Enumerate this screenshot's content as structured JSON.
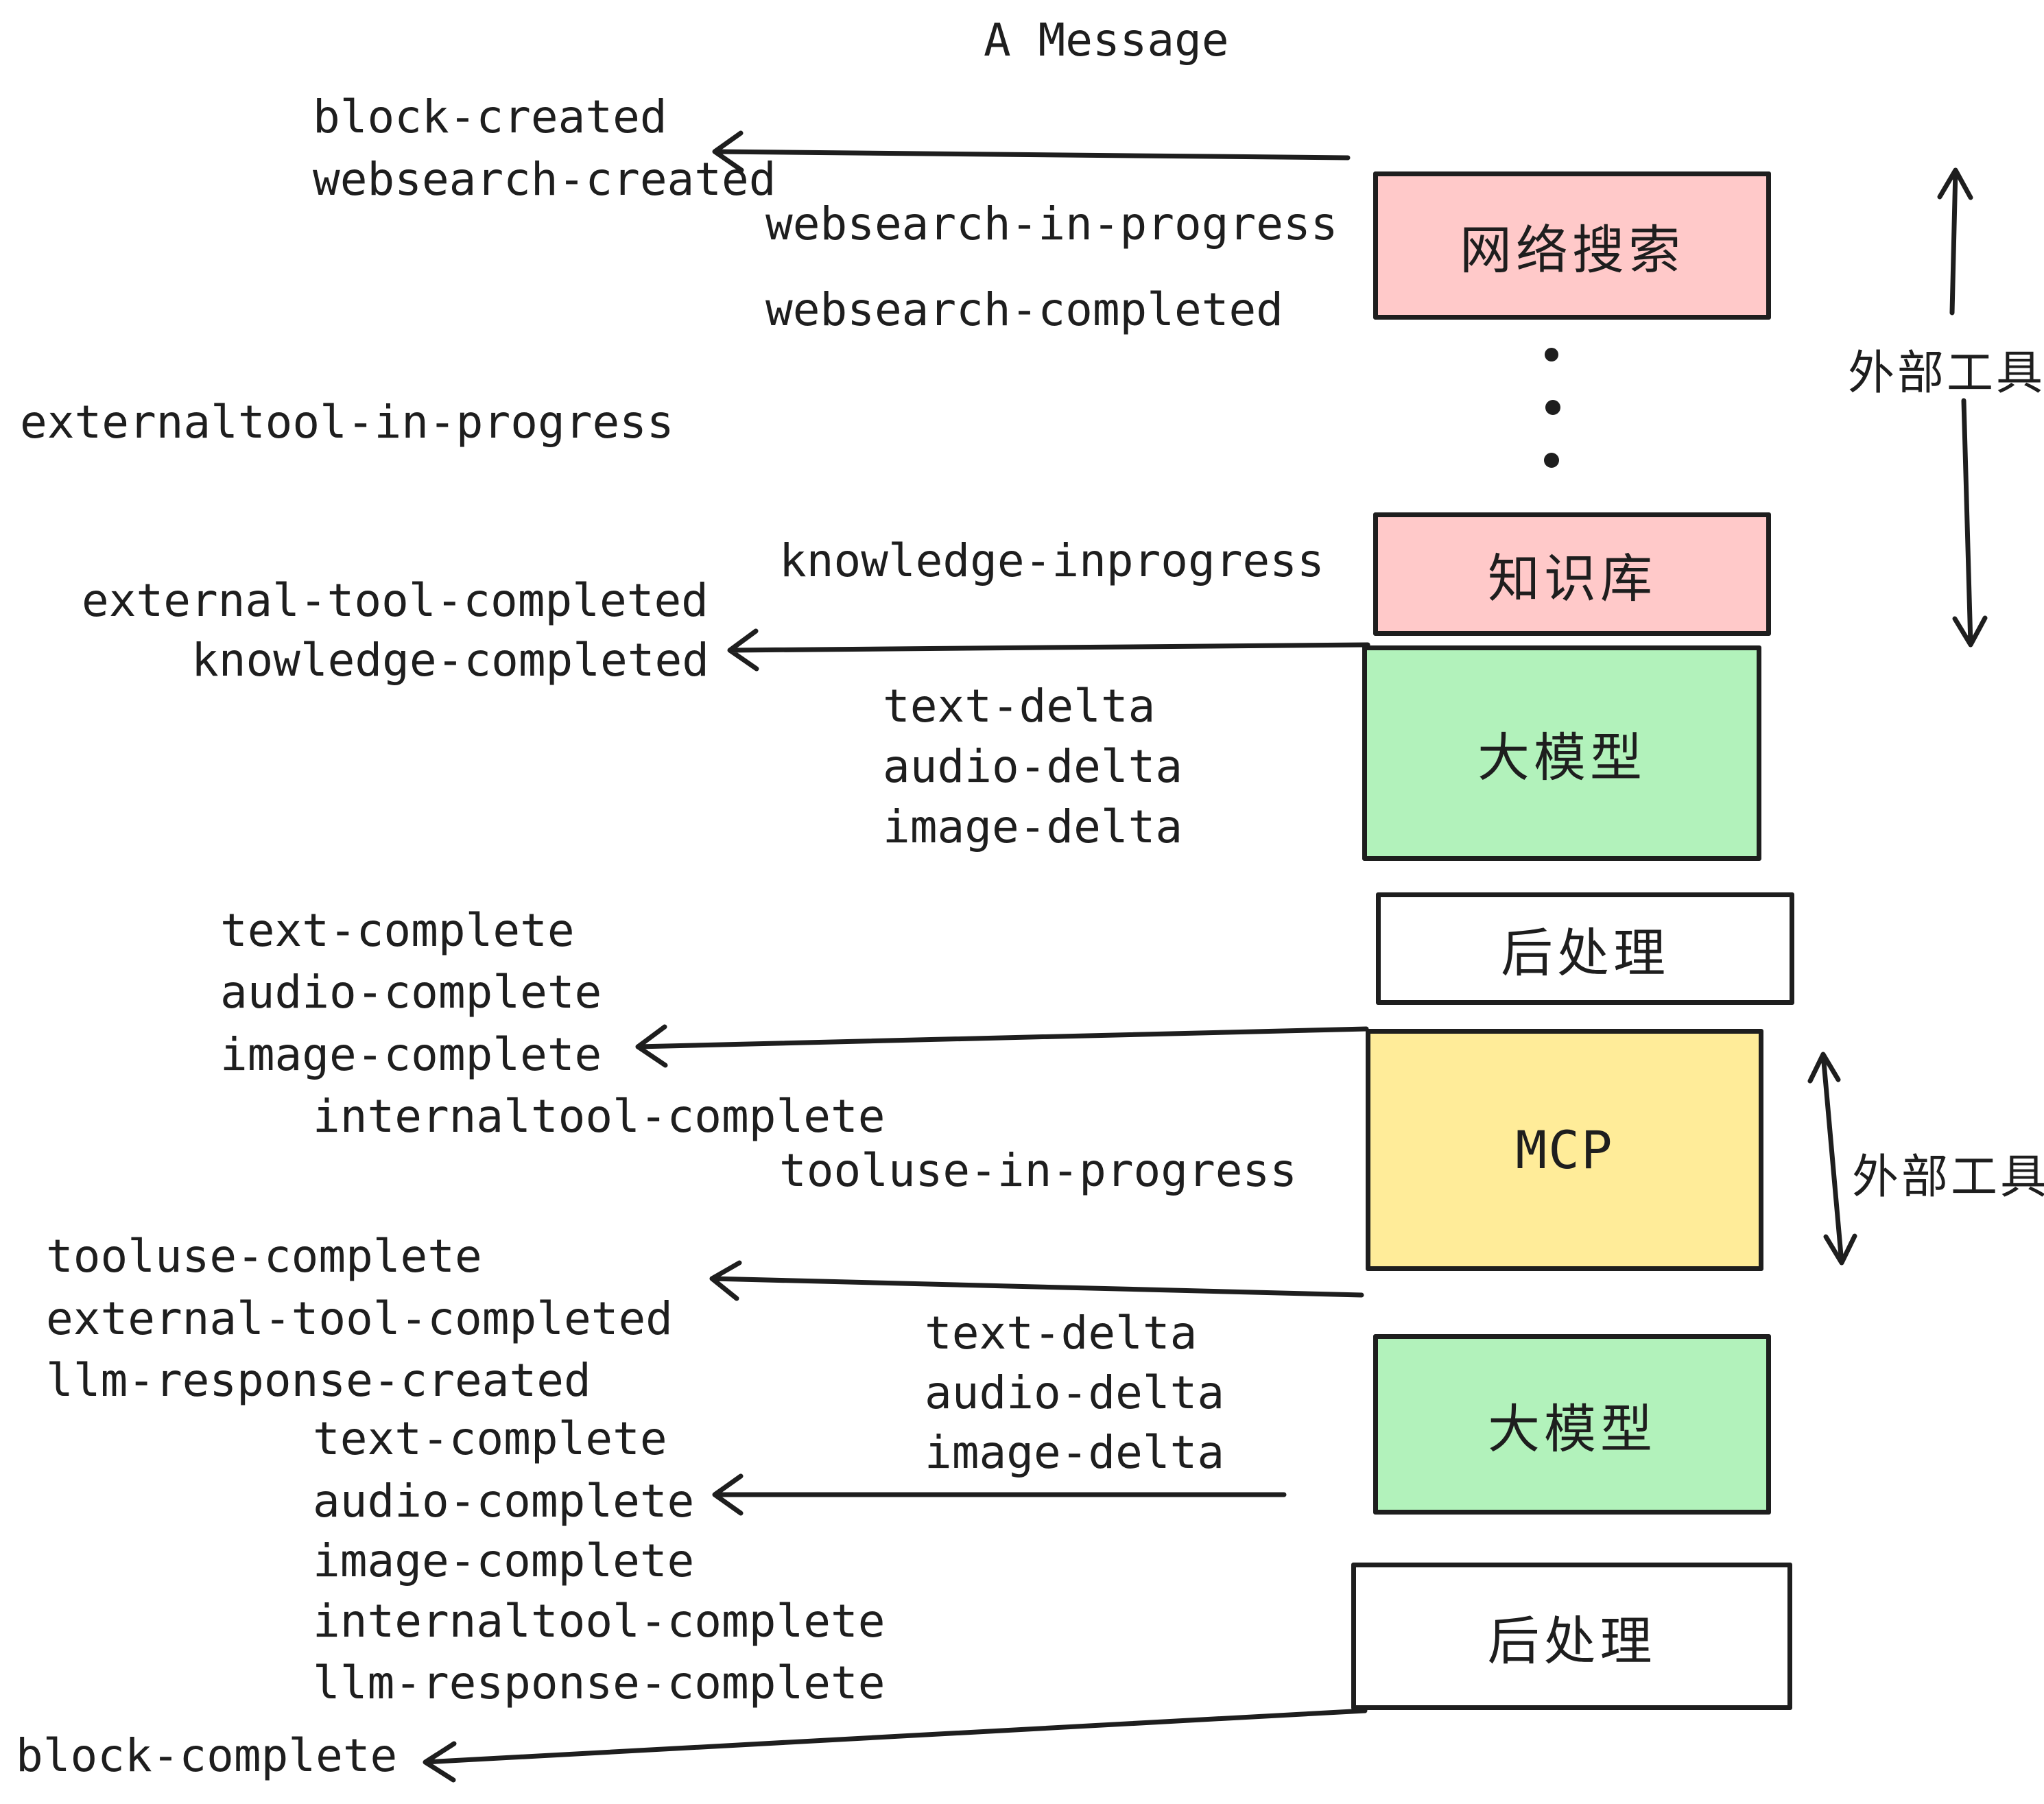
{
  "title": "A Message",
  "colors": {
    "background": "#ffffff",
    "ink": "#1e1e1e",
    "box_pink": "#ffc9c9",
    "box_green": "#b2f2bb",
    "box_yellow": "#ffec99",
    "box_white": "#ffffff"
  },
  "events": [
    "block-created",
    "websearch-created",
    "websearch-in-progress",
    "websearch-completed",
    "externaltool-in-progress",
    "knowledge-inprogress",
    "external-tool-completed",
    "knowledge-completed",
    "text-delta",
    "audio-delta",
    "image-delta",
    "text-complete",
    "audio-complete",
    "image-complete",
    "internaltool-complete",
    "tooluse-in-progress",
    "tooluse-complete",
    "external-tool-completed",
    "llm-response-created",
    "text-complete",
    "text-delta",
    "audio-delta",
    "image-delta",
    "audio-complete",
    "image-complete",
    "internaltool-complete",
    "llm-response-complete",
    "block-complete"
  ],
  "boxes": [
    {
      "label": "网络搜索",
      "color": "#ffc9c9"
    },
    {
      "label": "知识库",
      "color": "#ffc9c9"
    },
    {
      "label": "大模型",
      "color": "#b2f2bb"
    },
    {
      "label": "后处理",
      "color": "#ffffff"
    },
    {
      "label": "MCP",
      "color": "#ffec99"
    },
    {
      "label": "大模型",
      "color": "#b2f2bb"
    },
    {
      "label": "后处理",
      "color": "#ffffff"
    }
  ],
  "side_labels": [
    "外部工具",
    "外部工具"
  ]
}
